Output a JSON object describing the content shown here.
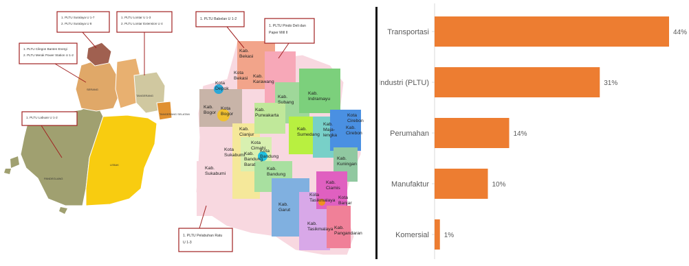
{
  "maps": {
    "banten_callouts": [
      {
        "lines": [
          "1.  PLTU Suralaya U 1-7",
          "2.  PLTU Suralaya U 8"
        ]
      },
      {
        "lines": [
          "1.  PLTU Lontar U 1-3",
          "2.  PLTU Lontar Extension U 4"
        ]
      },
      {
        "lines": [
          "1.  PLTU Cilegon Banten Energi",
          "2.  PLTU Merak Power Station U 1-2"
        ]
      },
      {
        "lines": [
          "1.  PLTU Labuan U 1-2"
        ]
      }
    ],
    "banten_labels": [
      "SERANG",
      "TANGERANG",
      "TANGERANG SELATAN",
      "PANDEGLANG",
      "LEBAK"
    ],
    "jabar_callouts": [
      {
        "lines": [
          "1.  PLTU Babelan U 1-2"
        ]
      },
      {
        "lines": [
          "1.  PLTU Pindo Deli dan",
          "Paper Mill II"
        ]
      },
      {
        "lines": [
          "1.  PLTU Pelabuhan Ratu",
          "U 1-3"
        ]
      }
    ],
    "jabar_regions": [
      {
        "lines": [
          "Kab.",
          "Bekasi"
        ],
        "color": "#f2a48a"
      },
      {
        "lines": [
          "Kota",
          "Bekasi"
        ],
        "color": "#f5b49a"
      },
      {
        "lines": [
          "Kota",
          "Depok"
        ],
        "color": "#2aa8d8"
      },
      {
        "lines": [
          "Kab.",
          "Karawang"
        ],
        "color": "#f7a8b8"
      },
      {
        "lines": [
          "Kab.",
          "Subang"
        ],
        "color": "#9fd89a"
      },
      {
        "lines": [
          "Kab.",
          "Indramayu"
        ],
        "color": "#7cd07c"
      },
      {
        "lines": [
          "Kota",
          "Cirebon"
        ],
        "color": "#3a6fd8"
      },
      {
        "lines": [
          "Kab.",
          "Cirebon"
        ],
        "color": "#4a90e2"
      },
      {
        "lines": [
          "Kab.",
          "Bogor"
        ],
        "color": "#c8b4a8"
      },
      {
        "lines": [
          "Kota",
          "Bogor"
        ],
        "color": "#f0c030"
      },
      {
        "lines": [
          "Kab.",
          "Purwakarta"
        ],
        "color": "#c0e89a"
      },
      {
        "lines": [
          "Kab.",
          "Sumedang"
        ],
        "color": "#b8f040"
      },
      {
        "lines": [
          "Kab.",
          "Maja-",
          "lengka"
        ],
        "color": "#78d0c8"
      },
      {
        "lines": [
          "Kab.",
          "Cianjur"
        ],
        "color": "#f5e89a"
      },
      {
        "lines": [
          "Kota",
          "Cimahi"
        ],
        "color": "#c8e8a0"
      },
      {
        "lines": [
          "Kab.",
          "Bandung",
          "Barat"
        ],
        "color": "#d8f0b0"
      },
      {
        "lines": [
          "Kota",
          "Bandung"
        ],
        "color": "#20c0e0"
      },
      {
        "lines": [
          "Kab.",
          "Kuningan"
        ],
        "color": "#90c8a0"
      },
      {
        "lines": [
          "Kota",
          "Sukabumi"
        ],
        "color": "#e8d0d8"
      },
      {
        "lines": [
          "Kab.",
          "Bandung"
        ],
        "color": "#a8e0a0"
      },
      {
        "lines": [
          "Kab.",
          "Sukabumi"
        ],
        "color": "#f8d8e0"
      },
      {
        "lines": [
          "Kab.",
          "Ciamis"
        ],
        "color": "#e060c0"
      },
      {
        "lines": [
          "Kota",
          "Banjar"
        ],
        "color": "#f070a0"
      },
      {
        "lines": [
          "Kab.",
          "Garut"
        ],
        "color": "#80b0e0"
      },
      {
        "lines": [
          "Kota",
          "Tasikmalaya"
        ],
        "color": "#f09020"
      },
      {
        "lines": [
          "Kab.",
          "Tasikmalaya"
        ],
        "color": "#d8a8e8"
      },
      {
        "lines": [
          "Kab.",
          "Pangandaran"
        ],
        "color": "#f08098"
      }
    ]
  },
  "chart_data": {
    "type": "bar",
    "orientation": "horizontal",
    "categories": [
      "Transportasi",
      "Industri (PLTU)",
      "Perumahan",
      "Manufaktur",
      "Komersial"
    ],
    "values": [
      44,
      31,
      14,
      10,
      1
    ],
    "value_labels": [
      "44%",
      "31%",
      "14%",
      "10%",
      "1%"
    ],
    "xlim": [
      0,
      44
    ],
    "grid": false,
    "bar_color": "#ed7d31",
    "axis_color": "#d9d9d9"
  }
}
